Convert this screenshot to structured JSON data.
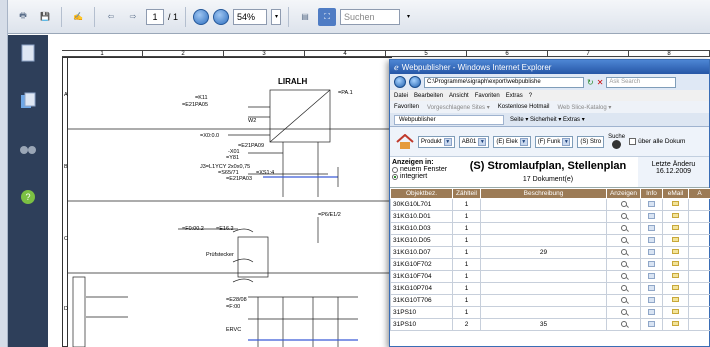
{
  "toolbar": {
    "page_current": "1",
    "page_total": "/ 1",
    "zoom": "54%",
    "search_placeholder": "Suchen"
  },
  "drawing": {
    "ruler": [
      "1",
      "2",
      "3",
      "4",
      "5",
      "6",
      "7",
      "8"
    ],
    "rows": [
      "A",
      "B",
      "C",
      "D"
    ],
    "box_label": "LIRALH",
    "labels": [
      "=K11",
      "=E21PA05",
      "J3=L1YCY 2x0x0,75",
      "=S65/71",
      "=Y81",
      "=X0:0.0",
      "=PA.1",
      "=P6/E1/2",
      "=E21PA09",
      "-X01",
      "W2",
      "=XS1:4",
      "=E21PA03",
      "=E28/08",
      "ERVC",
      "=E16.2",
      "=F:00",
      "=F0:00.2",
      "Prüfstecker"
    ]
  },
  "ie": {
    "title": "Webpublisher - Windows Internet Explorer",
    "address": "C:\\Programme\\sigraph\\export\\webpublishe",
    "search_placeholder": "Ask Search",
    "menu": [
      "Datei",
      "Bearbeiten",
      "Ansicht",
      "Favoriten",
      "Extras",
      "?"
    ],
    "fav": [
      "Favoriten",
      "Vorgeschlagene Sites ▾",
      "Kostenlose Hotmail",
      "Web Slice-Katalog ▾"
    ],
    "tab": "Webpublisher",
    "tab_tools": "Seite ▾  Sicherheit ▾  Extras ▾",
    "filters": [
      "Produkt",
      "AB01",
      "(E) Elek",
      "(F) Funk",
      "(S) Stro"
    ],
    "suche_label": "Suche",
    "check_label": "über alle Dokum",
    "anzeigen_title": "Anzeigen in:",
    "radio1": "neuem Fenster",
    "radio2": "integriert",
    "page_title": "(S) Stromlaufplan, Stellenplan",
    "doc_count": "17 Dokument(e)",
    "last_change_label": "Letzte Änderu",
    "last_change_date": "16.12.2009",
    "columns": [
      "Objektbez.",
      "Zählteil",
      "Beschreibung",
      "Anzeigen",
      "Info",
      "eMail",
      "A"
    ],
    "rows": [
      [
        "30KG10L701",
        "1",
        ""
      ],
      [
        "31KG10.D01",
        "1",
        ""
      ],
      [
        "31KG10.D03",
        "1",
        ""
      ],
      [
        "31KG10.D05",
        "1",
        ""
      ],
      [
        "31KG10.D07",
        "1",
        "29"
      ],
      [
        "31KG10F702",
        "1",
        ""
      ],
      [
        "31KG10F704",
        "1",
        ""
      ],
      [
        "31KG10P704",
        "1",
        ""
      ],
      [
        "31KG10T706",
        "1",
        ""
      ],
      [
        "31PS10",
        "1",
        ""
      ],
      [
        "31PS10",
        "2",
        "35"
      ]
    ]
  }
}
